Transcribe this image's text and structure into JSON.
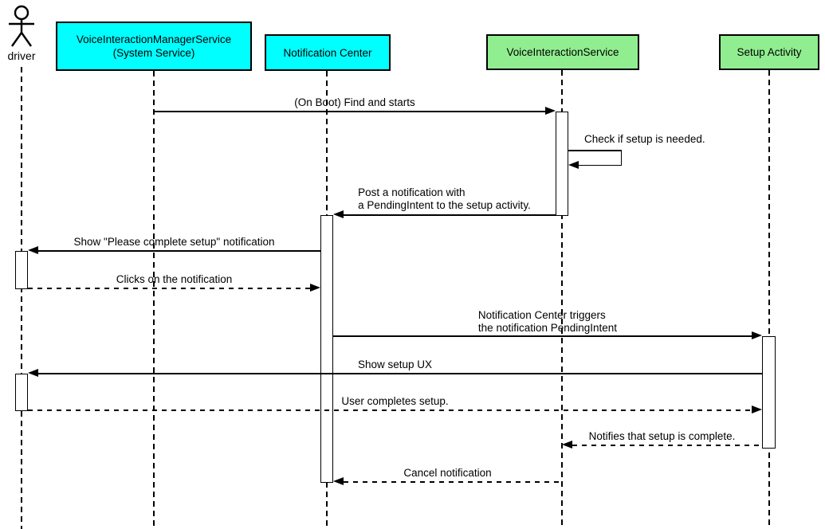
{
  "diagram": {
    "kind": "uml-sequence",
    "colors": {
      "participant_cyan": "#00ffff",
      "participant_green": "#90ee90",
      "line": "#000000",
      "background": "#ffffff"
    },
    "participants": [
      {
        "id": "driver",
        "kind": "actor",
        "label": "driver"
      },
      {
        "id": "voice-interaction-manager-service",
        "kind": "box",
        "color": "#00ffff",
        "lines": [
          "VoiceInteractionManagerService",
          "(System Service)"
        ]
      },
      {
        "id": "notification-center",
        "kind": "box",
        "color": "#00ffff",
        "lines": [
          "Notification Center"
        ]
      },
      {
        "id": "voice-interaction-service",
        "kind": "box",
        "color": "#90ee90",
        "lines": [
          "VoiceInteractionService"
        ]
      },
      {
        "id": "setup-activity",
        "kind": "box",
        "color": "#90ee90",
        "lines": [
          "Setup Activity"
        ]
      }
    ],
    "messages": [
      {
        "from": "voice-interaction-manager-service",
        "to": "voice-interaction-service",
        "style": "solid",
        "lines": [
          "(On Boot) Find and starts"
        ]
      },
      {
        "from": "voice-interaction-service",
        "to": "voice-interaction-service",
        "style": "solid",
        "self": true,
        "lines": [
          "Check if setup is needed."
        ]
      },
      {
        "from": "voice-interaction-service",
        "to": "notification-center",
        "style": "solid",
        "lines": [
          "Post a notification with",
          "a PendingIntent to the setup activity."
        ]
      },
      {
        "from": "notification-center",
        "to": "driver",
        "style": "solid",
        "lines": [
          "Show \"Please complete setup\" notification"
        ]
      },
      {
        "from": "driver",
        "to": "notification-center",
        "style": "dashed",
        "lines": [
          "Clicks on the notification"
        ]
      },
      {
        "from": "notification-center",
        "to": "setup-activity",
        "style": "solid",
        "lines": [
          "Notification Center triggers",
          "the notification PendingIntent"
        ]
      },
      {
        "from": "setup-activity",
        "to": "driver",
        "style": "solid",
        "lines": [
          "Show setup UX"
        ]
      },
      {
        "from": "driver",
        "to": "setup-activity",
        "style": "dashed",
        "lines": [
          "User completes setup."
        ]
      },
      {
        "from": "setup-activity",
        "to": "voice-interaction-service",
        "style": "dashed",
        "lines": [
          "Notifies that setup is complete."
        ]
      },
      {
        "from": "voice-interaction-service",
        "to": "notification-center",
        "style": "dashed",
        "lines": [
          "Cancel notification"
        ]
      }
    ]
  }
}
